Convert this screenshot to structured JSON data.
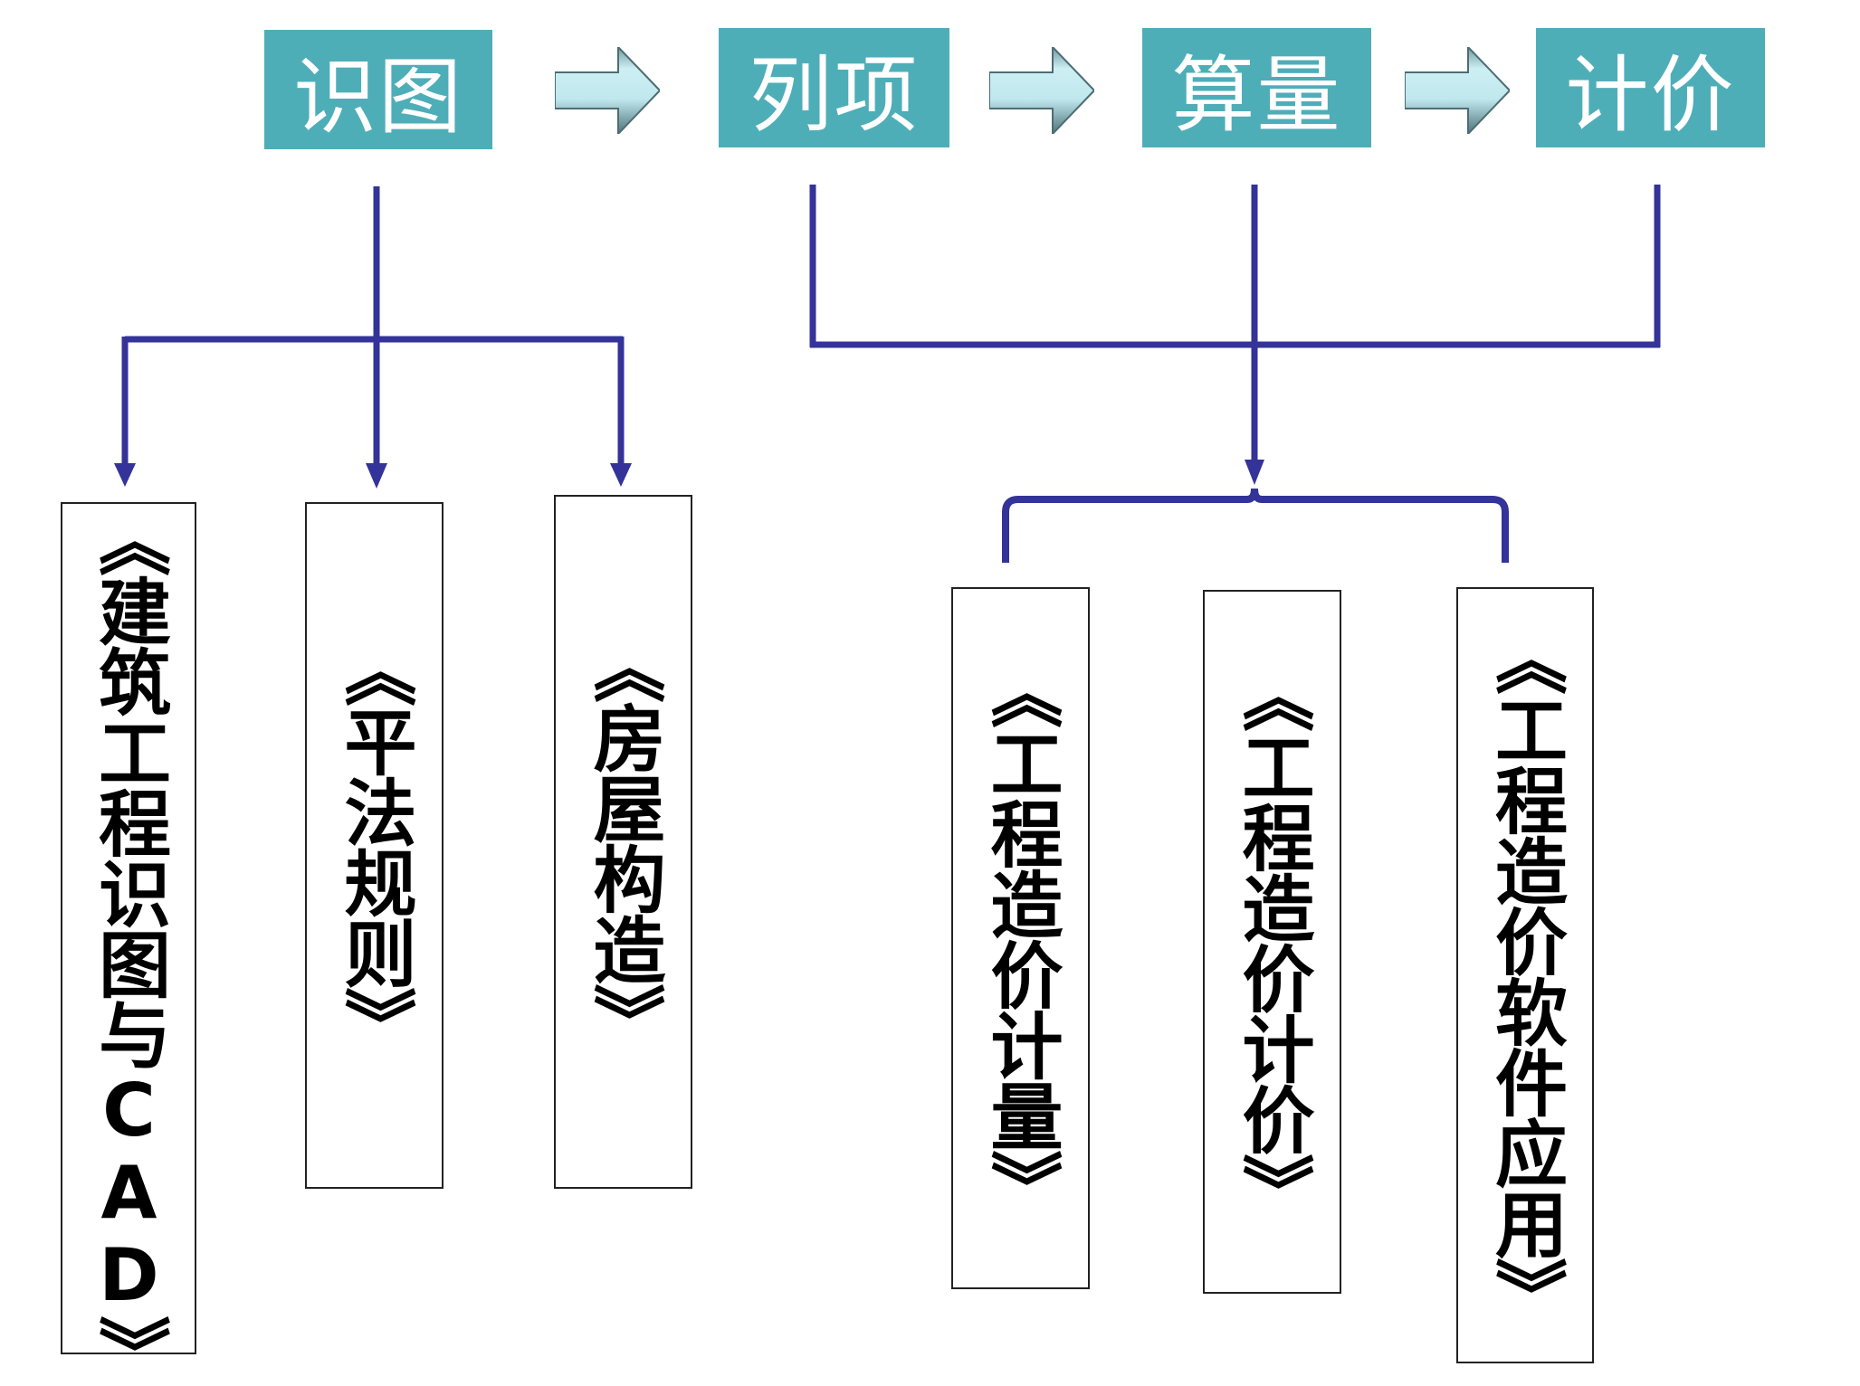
{
  "process": {
    "steps": [
      {
        "label": "识图"
      },
      {
        "label": "列项"
      },
      {
        "label": "算量"
      },
      {
        "label": "计价"
      }
    ],
    "connector_icon": "right-arrow-icon"
  },
  "colors": {
    "step_fill": "#4eaeb8",
    "step_text": "#ffffff",
    "connector_line": "#333399",
    "book_border": "#222222"
  },
  "courses": {
    "recognition_group": [
      {
        "label": "《建筑工程识图与CAD》"
      },
      {
        "label": "《平法规则》"
      },
      {
        "label": "《房屋构造》"
      }
    ],
    "costing_group": [
      {
        "label": "《工程造价计量》"
      },
      {
        "label": "《工程造价计价》"
      },
      {
        "label": "《工程造价软件应用》"
      }
    ]
  }
}
